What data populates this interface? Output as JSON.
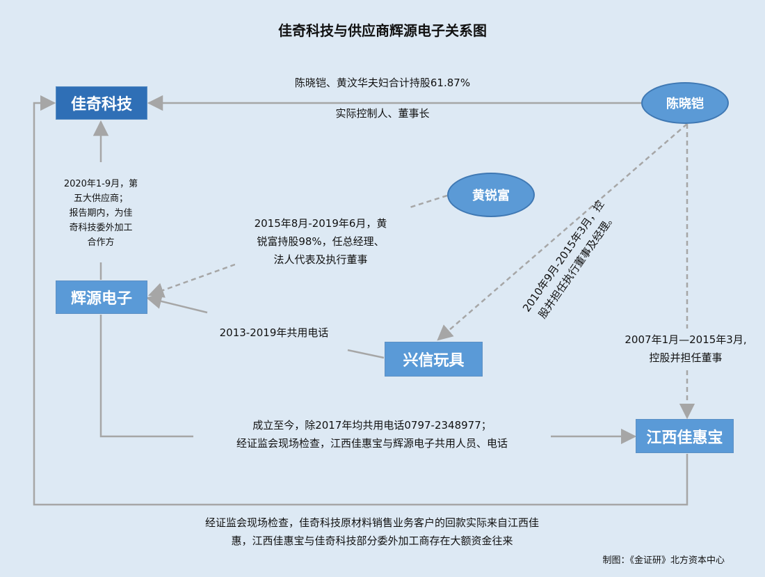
{
  "title": "佳奇科技与供应商辉源电子关系图",
  "nodes": {
    "jiaqi": "佳奇科技",
    "chenxiaokai": "陈晓铠",
    "huangruifu": "黄锐富",
    "huiyuan": "辉源电子",
    "xingxin": "兴信玩具",
    "jiangxi": "江西佳惠宝"
  },
  "edges": {
    "top_line1": "陈晓铠、黄汶华夫妇合计持股61.87%",
    "top_line2": "实际控制人、董事长",
    "left_line1": "2020年1-9月，第",
    "left_line2": "五大供应商；",
    "left_line3": "报告期内，为佳",
    "left_line4": "奇科技委外加工",
    "left_line5": "合作方",
    "huang_line1": "2015年8月-2019年6月，黄",
    "huang_line2": "锐富持股98%，任总经理、",
    "huang_line3": "法人代表及执行董事",
    "phone": "2013-2019年共用电话",
    "diag_line1": "2010年9月-2015年3月，控",
    "diag_line2": "股并担任执行董事及经理。",
    "right_line1": "2007年1月—2015年3月,",
    "right_line2": "控股并担任董事",
    "mid_line1": "成立至今，除2017年均共用电话0797-2348977；",
    "mid_line2": "经证监会现场检查，江西佳惠宝与辉源电子共用人员、电话",
    "bottom_line1": "经证监会现场检查，佳奇科技原材料销售业务客户的回款实际来自江西佳",
    "bottom_line2": "惠，江西佳惠宝与佳奇科技部分委外加工商存在大额资金往来"
  },
  "source": "制图：《金证研》北方资本中心",
  "colors": {
    "line": "#a6a6a6",
    "dark_box": "#2f6fb6",
    "light_box": "#5a9ad7",
    "background": "#dde9f4"
  }
}
